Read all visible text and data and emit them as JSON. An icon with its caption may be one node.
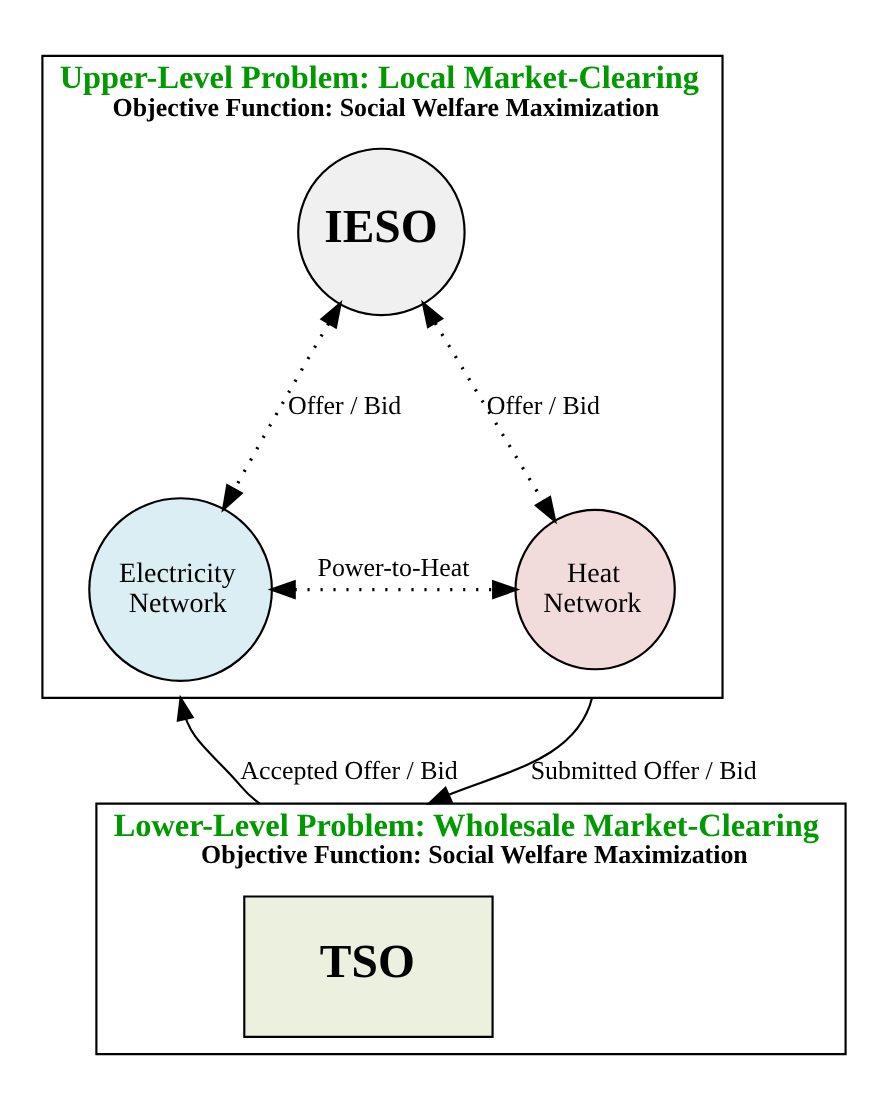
{
  "diagram": {
    "nodes": [
      {
        "text": [
          "Upper-Level Problem: Local Market-Clearing",
          "Objective Function: Social Welfare Maximization"
        ]
      },
      {
        "text": [
          "IESO"
        ],
        "in": 0
      },
      {
        "text": [
          "Electricity Network"
        ],
        "in": 0
      },
      {
        "text": [
          "Heat Network"
        ],
        "in": 0
      },
      {
        "text": [
          "Lower-Level Problem: Wholesale Market-Clearing",
          "Objective Function: Social Welfare Maximization"
        ]
      },
      {
        "text": [
          "TSO"
        ],
        "in": 4
      }
    ],
    "edges": [
      {
        "from": 1,
        "to": 2,
        "arrow": "both",
        "style": "dashed",
        "label": "Offer / Bid"
      },
      {
        "from": 1,
        "to": 3,
        "arrow": "both",
        "style": "dashed",
        "label": "Offer / Bid"
      },
      {
        "from": 2,
        "to": 3,
        "arrow": "both",
        "style": "dashed",
        "label": "Power-to-Heat"
      },
      {
        "from": 4,
        "to": 0,
        "arrow": "to",
        "label": "Accepted Offer / Bid"
      },
      {
        "from": 0,
        "to": 4,
        "arrow": "to",
        "label": "Submitted Offer / Bid"
      }
    ]
  }
}
